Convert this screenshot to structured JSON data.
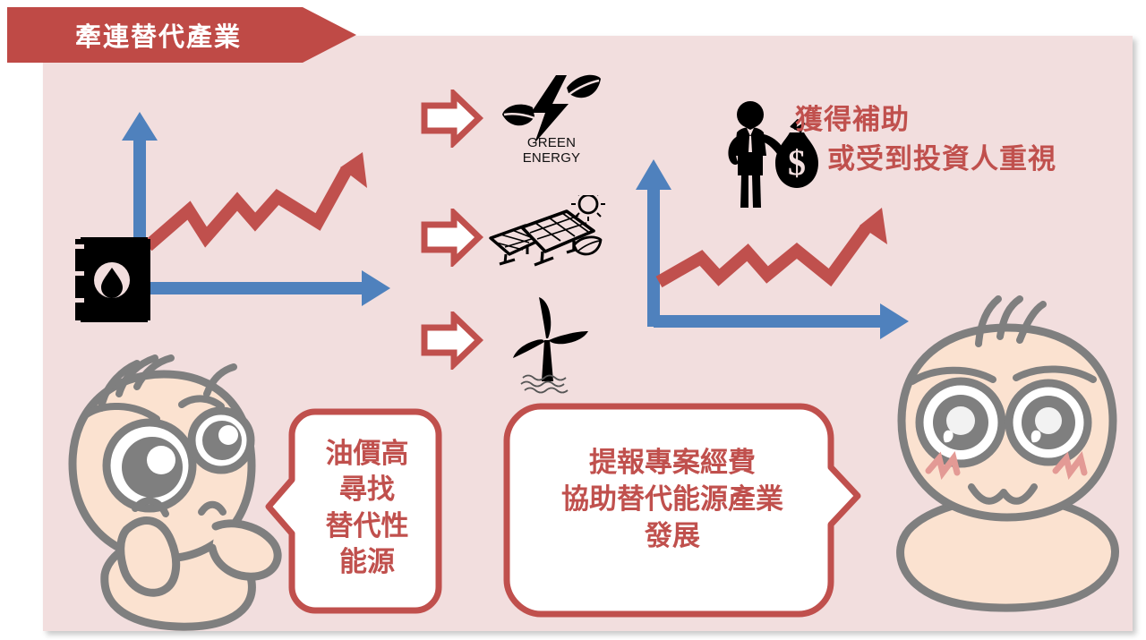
{
  "banner": {
    "label": "牽連替代產業",
    "color": "#BF4A46"
  },
  "panel": {
    "background": "#F2DEDE"
  },
  "theme": {
    "accent_red": "#C0504D",
    "chart_blue": "#4F81BD",
    "chart_red": "#C0504D",
    "icon_black": "#000000",
    "skin": "#FBE2D0",
    "outline_gray": "#7F7F7F",
    "blush": "#E39A95"
  },
  "left_chart": {
    "name": "oil-price-rising-chart",
    "axis_color": "#4F81BD",
    "line_color": "#C0504D",
    "icon": "oil-barrel-icon"
  },
  "right_chart": {
    "name": "investment-growth-chart",
    "axis_color": "#4F81BD",
    "line_color": "#C0504D",
    "icon": "businessman-with-money-bag-icon"
  },
  "arrows": [
    {
      "name": "arrow-to-green-energy",
      "label": ""
    },
    {
      "name": "arrow-to-solar",
      "label": ""
    },
    {
      "name": "arrow-to-wind",
      "label": ""
    }
  ],
  "alternative_energy_icons": [
    {
      "name": "green-energy-icon",
      "caption_line1": "GREEN",
      "caption_line2": "ENERGY"
    },
    {
      "name": "solar-panel-icon",
      "caption_line1": "",
      "caption_line2": ""
    },
    {
      "name": "wind-turbine-icon",
      "caption_line1": "",
      "caption_line2": ""
    }
  ],
  "subsidy_note": {
    "line1": "獲得補助",
    "line2": "或受到投資人重視"
  },
  "bubbles": [
    {
      "name": "bubble-worried-character",
      "text": "油價高\n尋找\n替代性\n能源",
      "border_color": "#C0504D",
      "fill": "#FFFFFF"
    },
    {
      "name": "bubble-policy-response",
      "text": "提報專案經費\n協助替代能源產業\n發展",
      "border_color": "#C0504D",
      "fill": "#FFFFFF"
    }
  ],
  "characters": [
    {
      "name": "worried-thinking-face",
      "expression": "worried"
    },
    {
      "name": "surprised-blushing-face",
      "expression": "surprised"
    }
  ]
}
